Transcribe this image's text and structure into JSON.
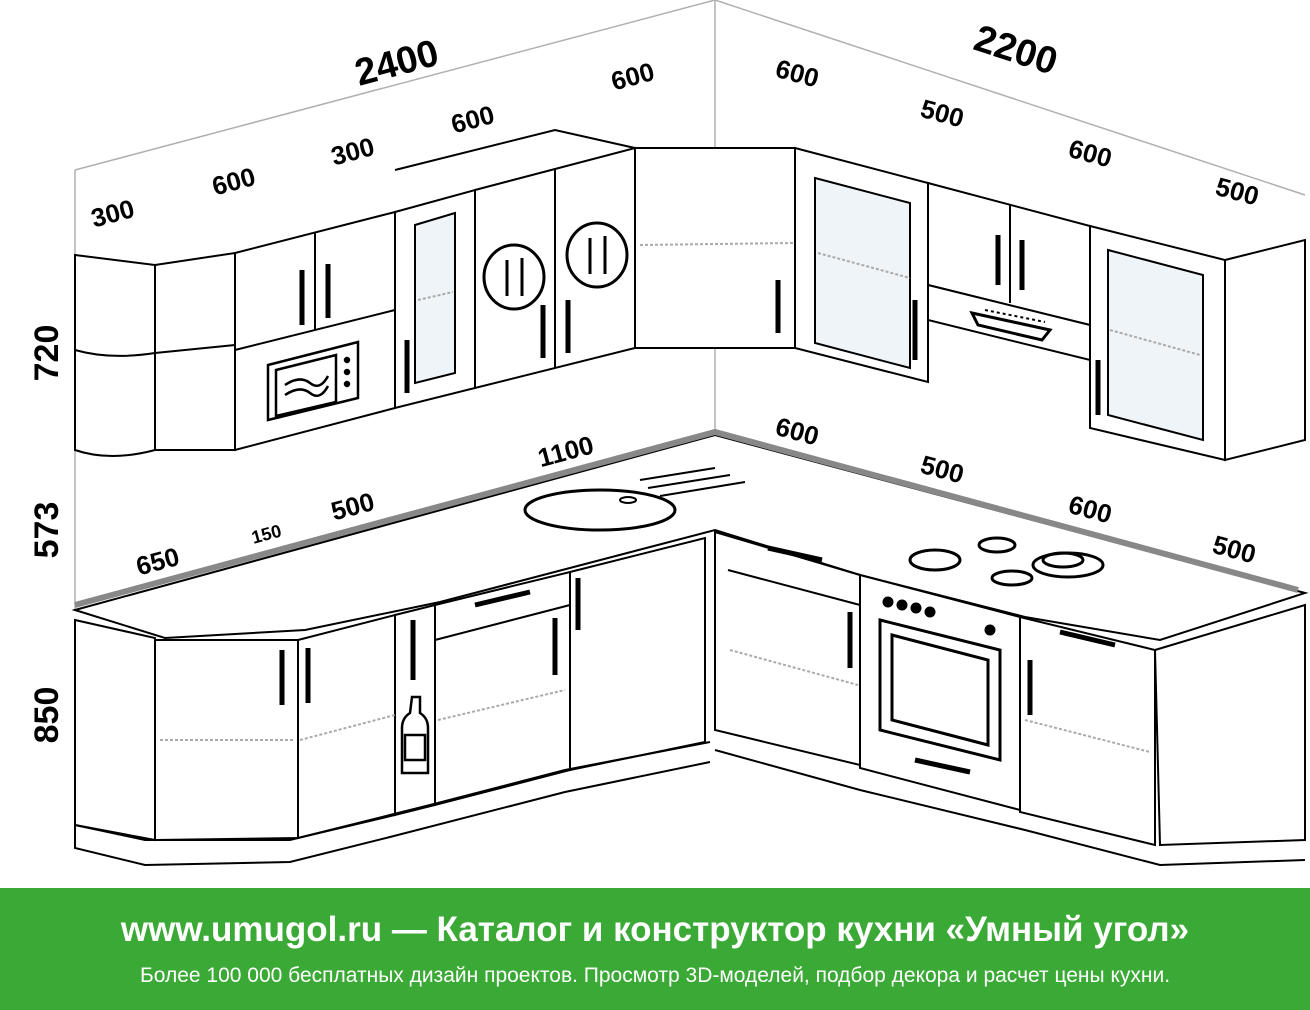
{
  "dimensions": {
    "upper_total_left": "2400",
    "upper_total_right": "2200",
    "upper_left_1": "300",
    "upper_left_2": "600",
    "upper_left_3": "300",
    "upper_left_4": "600",
    "upper_left_5": "600",
    "upper_right_1": "600",
    "upper_right_2": "500",
    "upper_right_3": "600",
    "upper_right_4": "500",
    "height_upper": "720",
    "height_gap": "573",
    "height_lower": "850",
    "lower_left_1": "650",
    "lower_left_2": "150",
    "lower_left_3": "500",
    "lower_left_4": "1100",
    "lower_right_1": "600",
    "lower_right_2": "500",
    "lower_right_3": "600",
    "lower_right_4": "500"
  },
  "icons": {
    "microwave": "microwave-icon",
    "plate": "plate-cutlery-icon",
    "hood": "range-hood-icon",
    "sink": "sink-icon",
    "cooktop": "cooktop-icon",
    "oven": "oven-icon",
    "bottle": "bottle-icon"
  },
  "banner": {
    "title": "www.umugol.ru — Каталог и конструктор кухни «Умный угол»",
    "subtitle": "Более 100 000 бесплатных дизайн проектов. Просмотр 3D-моделей, подбор декора и расчет цены кухни.",
    "background": "#3aa935",
    "text_color": "#ffffff"
  }
}
